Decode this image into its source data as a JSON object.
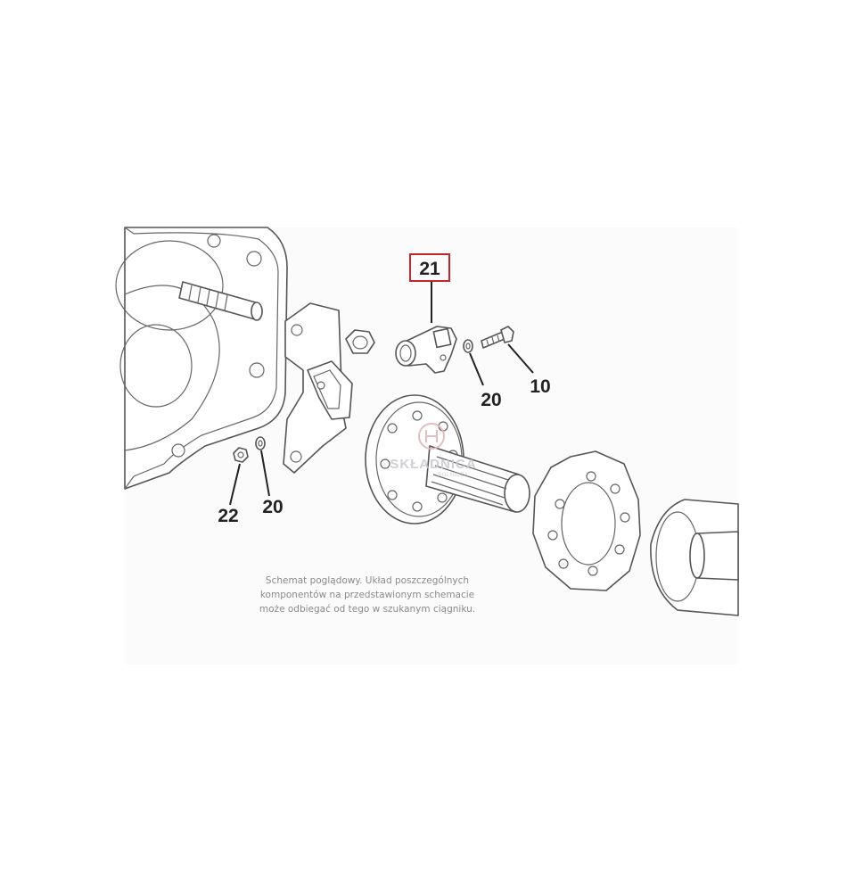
{
  "callouts": {
    "sensor": "21",
    "washer_right": "20",
    "bolt": "10",
    "nut": "22",
    "washer_left": "20"
  },
  "watermark": {
    "name": "SKŁADNICA",
    "sub": "ROLNICZA"
  },
  "note": {
    "line1": "Schemat poglądowy. Układ poszczególnych",
    "line2": "komponentów na przedstawionym schemacie",
    "line3": "może odbiegać od tego w szukanym ciągniku."
  },
  "colors": {
    "highlight": "#c0272d",
    "linework": "#555555"
  }
}
